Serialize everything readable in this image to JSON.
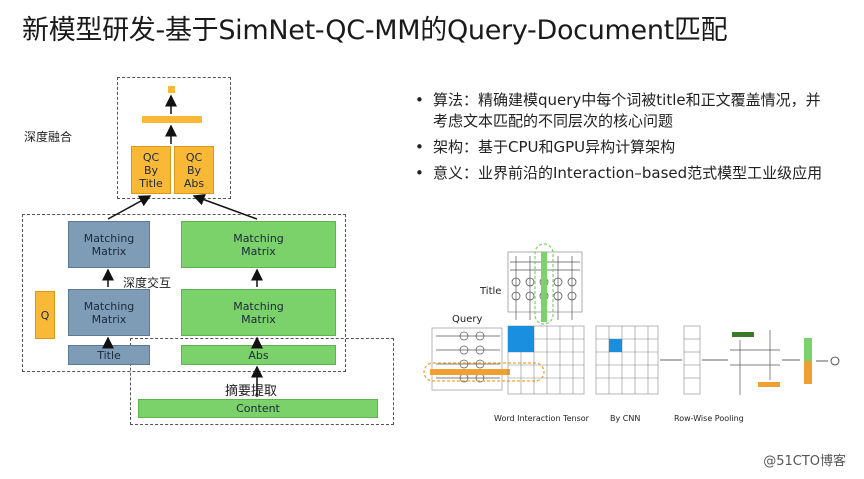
{
  "title": "新模型研发-基于SimNet-QC-MM的Query-Document匹配",
  "left_diagram": {
    "section_label_fusion": "深度融合",
    "section_label_interaction": "深度交互",
    "section_label_extract": "摘要提取",
    "qc_by_title": "QC\nBy\nTitle",
    "qc_by_abs": "QC\nBy\nAbs",
    "mm_upper_left": "Matching\nMatrix",
    "mm_upper_right": "Matching\nMatrix",
    "mm_lower_left": "Matching\nMatrix",
    "mm_lower_right": "Matching\nMatrix",
    "q_box": "Q",
    "title_box": "Title",
    "abs_box": "Abs",
    "content_box": "Content",
    "colors": {
      "gray": "#7f9cb7",
      "green": "#7bd16a",
      "yellow": "#f9b937"
    }
  },
  "bullets": [
    "算法：精确建模query中每个词被title和正文覆盖情况，并考虑文本匹配的不同层次的核心问题",
    "架构：基于CPU和GPU异构计算架构",
    "意义：业界前沿的Interaction–based范式模型工业级应用"
  ],
  "right_figure": {
    "title_label": "Title",
    "query_label": "Query",
    "caption_tensor": "Word Interaction Tensor",
    "caption_cnn": "By CNN",
    "caption_pool": "Row-Wise Pooling",
    "colors": {
      "blue": "#1a8fe0",
      "green": "#7bd16a",
      "orange": "#f0a030",
      "dark_green": "#3a7a2a"
    }
  },
  "watermark": "@51CTO博客"
}
